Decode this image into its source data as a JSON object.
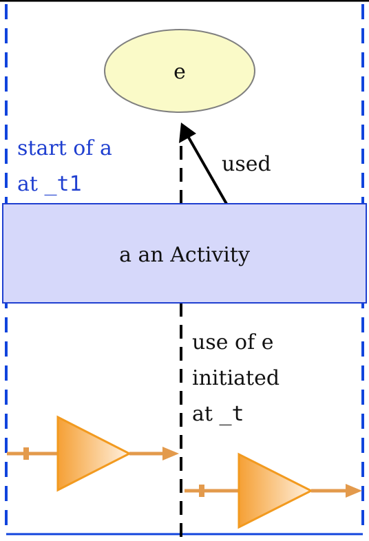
{
  "entity": {
    "label": "e"
  },
  "activity": {
    "label": "a an Activity"
  },
  "edge": {
    "label": "used"
  },
  "start_annotation": {
    "line1": "start of a",
    "line2_prefix": "at ",
    "line2_code": "_t1"
  },
  "use_annotation": {
    "line1": "use of e",
    "line2": "initiated",
    "line3_prefix": "at ",
    "line3_code": "_t"
  },
  "colors": {
    "frame": "#1144dd",
    "entity_fill": "#fafac8",
    "entity_stroke": "#7f7f7f",
    "activity_fill": "#d6d8fa",
    "activity_stroke": "#1f3fd0",
    "start_text": "#1f3fd0",
    "timeline": "#000000",
    "arrow": "#000000",
    "amp_line": "#e39a4c",
    "amp_fill_light": "#fff1e0",
    "amp_fill_dark": "#f5a035",
    "amp_stroke": "#f29a1f"
  },
  "icons": [
    "amplifier-icon",
    "amplifier-icon"
  ]
}
